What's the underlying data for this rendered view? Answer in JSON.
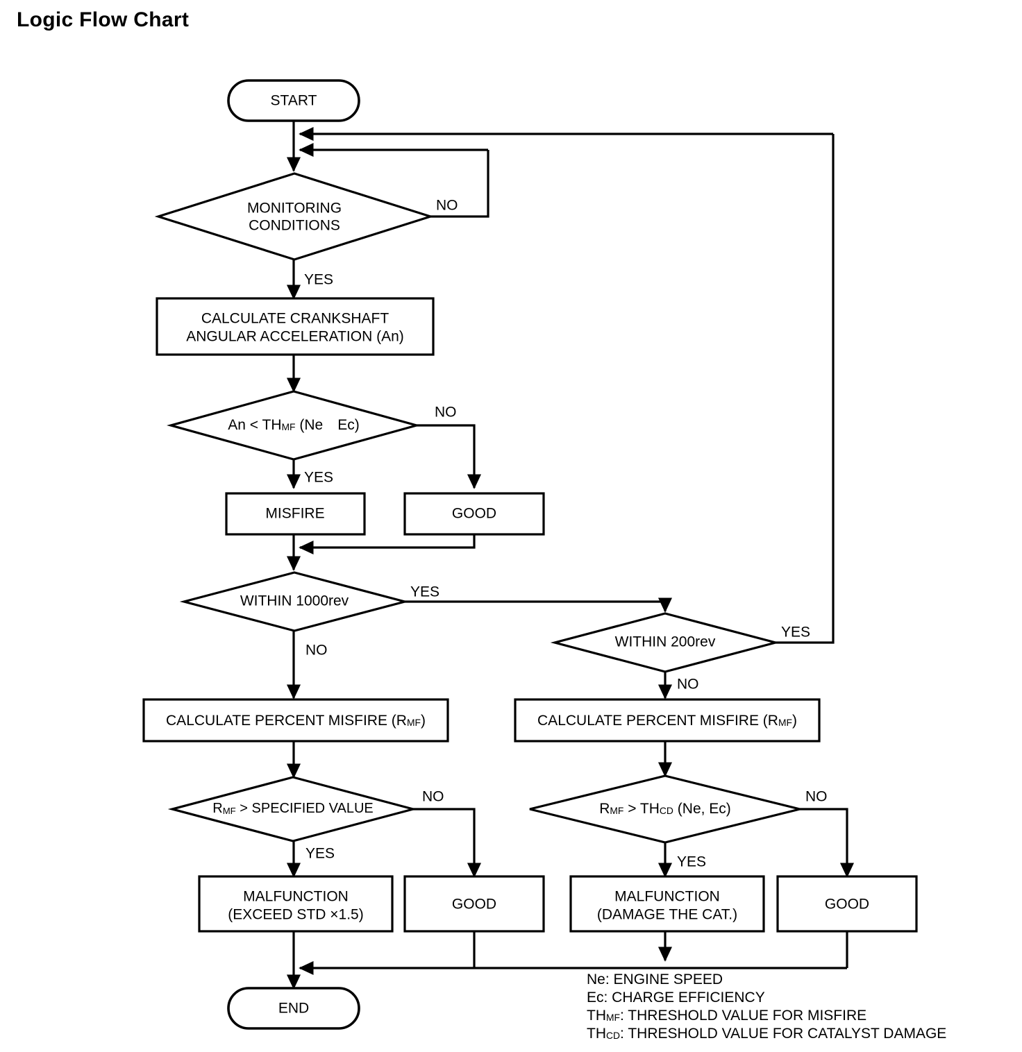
{
  "page": {
    "title": "Logic Flow Chart"
  },
  "chart_data": {
    "type": "diagram",
    "diagram_kind": "flowchart",
    "title": "Logic Flow Chart",
    "nodes": [
      {
        "id": "start",
        "shape": "terminator",
        "label": "START"
      },
      {
        "id": "moncond",
        "shape": "decision",
        "label_line1": "MONITORING",
        "label_line2": "CONDITIONS"
      },
      {
        "id": "calcangacc",
        "shape": "process",
        "label_line1": "CALCULATE CRANKSHAFT",
        "label_line2": "ANGULAR ACCELERATION (An)"
      },
      {
        "id": "anlt",
        "shape": "decision",
        "label_pre": "An < TH",
        "label_sub": "MF",
        "label_post": " (Ne　Ec)"
      },
      {
        "id": "misfire",
        "shape": "process",
        "label": "MISFIRE"
      },
      {
        "id": "good1",
        "shape": "process",
        "label": "GOOD"
      },
      {
        "id": "within1000",
        "shape": "decision",
        "label": "WITHIN 1000rev"
      },
      {
        "id": "within200",
        "shape": "decision",
        "label": "WITHIN 200rev"
      },
      {
        "id": "calcpctL",
        "shape": "process",
        "label_pre": "CALCULATE PERCENT MISFIRE (R",
        "label_sub": "MF",
        "label_post": ")"
      },
      {
        "id": "calcpctR",
        "shape": "process",
        "label_pre": "CALCULATE PERCENT MISFIRE (R",
        "label_sub": "MF",
        "label_post": ")"
      },
      {
        "id": "rmfspec",
        "shape": "decision",
        "label_pre": "R",
        "label_sub": "MF",
        "label_post": " > SPECIFIED VALUE"
      },
      {
        "id": "rmfthcd",
        "shape": "decision",
        "label_pre": "R",
        "label_sub": "MF",
        "label_post": " > TH",
        "label_sub2": "CD",
        "label_post2": " (Ne, Ec)"
      },
      {
        "id": "malf1",
        "shape": "process",
        "label_line1": "MALFUNCTION",
        "label_line2": "(EXCEED STD ×1.5)"
      },
      {
        "id": "good2",
        "shape": "process",
        "label": "GOOD"
      },
      {
        "id": "malf2",
        "shape": "process",
        "label_line1": "MALFUNCTION",
        "label_line2": "(DAMAGE THE CAT.)"
      },
      {
        "id": "good3",
        "shape": "process",
        "label": "GOOD"
      },
      {
        "id": "end",
        "shape": "terminator",
        "label": "END"
      }
    ],
    "edge_labels": {
      "moncond_no": "NO",
      "moncond_yes": "YES",
      "anlt_no": "NO",
      "anlt_yes": "YES",
      "within1000_yes": "YES",
      "within1000_no": "NO",
      "within200_yes": "YES",
      "within200_no": "NO",
      "rmfspec_no": "NO",
      "rmfspec_yes": "YES",
      "rmfthcd_no": "NO",
      "rmfthcd_yes": "YES"
    }
  },
  "legend": {
    "lines": [
      {
        "pre": "Ne",
        "sub": "",
        "post": ": ENGINE SPEED"
      },
      {
        "pre": "Ec",
        "sub": "",
        "post": ": CHARGE EFFICIENCY"
      },
      {
        "pre": "TH",
        "sub": "MF",
        "post": ": THRESHOLD VALUE FOR MISFIRE"
      },
      {
        "pre": "TH",
        "sub": "CD",
        "post": ": THRESHOLD VALUE FOR CATALYST DAMAGE"
      }
    ]
  },
  "colors": {
    "stroke": "#000000",
    "fill": "#ffffff",
    "text": "#000000"
  }
}
